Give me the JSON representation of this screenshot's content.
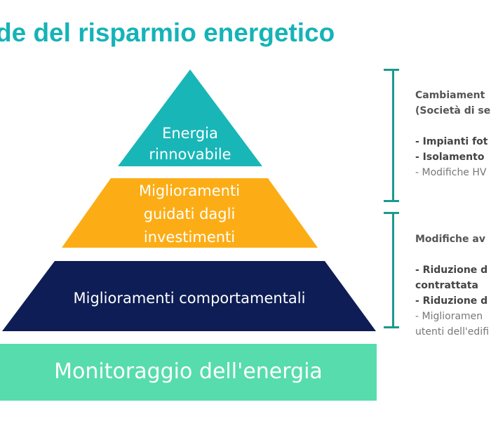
{
  "title": "de del risparmio energetico",
  "colors": {
    "title": "#15b3b8",
    "layer_top": "#19b6b8",
    "layer_second": "#fcad16",
    "layer_third": "#0e1d55",
    "layer_base": "#57dcad",
    "bracket": "#1a9a8e"
  },
  "pyramid": {
    "top": "Energia rinnovabile",
    "second": "Miglioramenti guidati dagli investimenti",
    "third": "Miglioramenti comportamentali",
    "base": "Monitoraggio dell'energia"
  },
  "side_upper": {
    "heading_line1": "Cambiament",
    "heading_line2": "(Società di se",
    "item1": "- Impianti fot",
    "item2": "- Isolamento",
    "item3": "- Modifiche HV"
  },
  "side_lower": {
    "heading": "Modifiche av",
    "item1_line1": "- Riduzione d",
    "item1_line2": "contrattata",
    "item2": "- Riduzione d",
    "item3_line1": "- Miglioramen",
    "item3_line2": "utenti dell'edifi"
  }
}
